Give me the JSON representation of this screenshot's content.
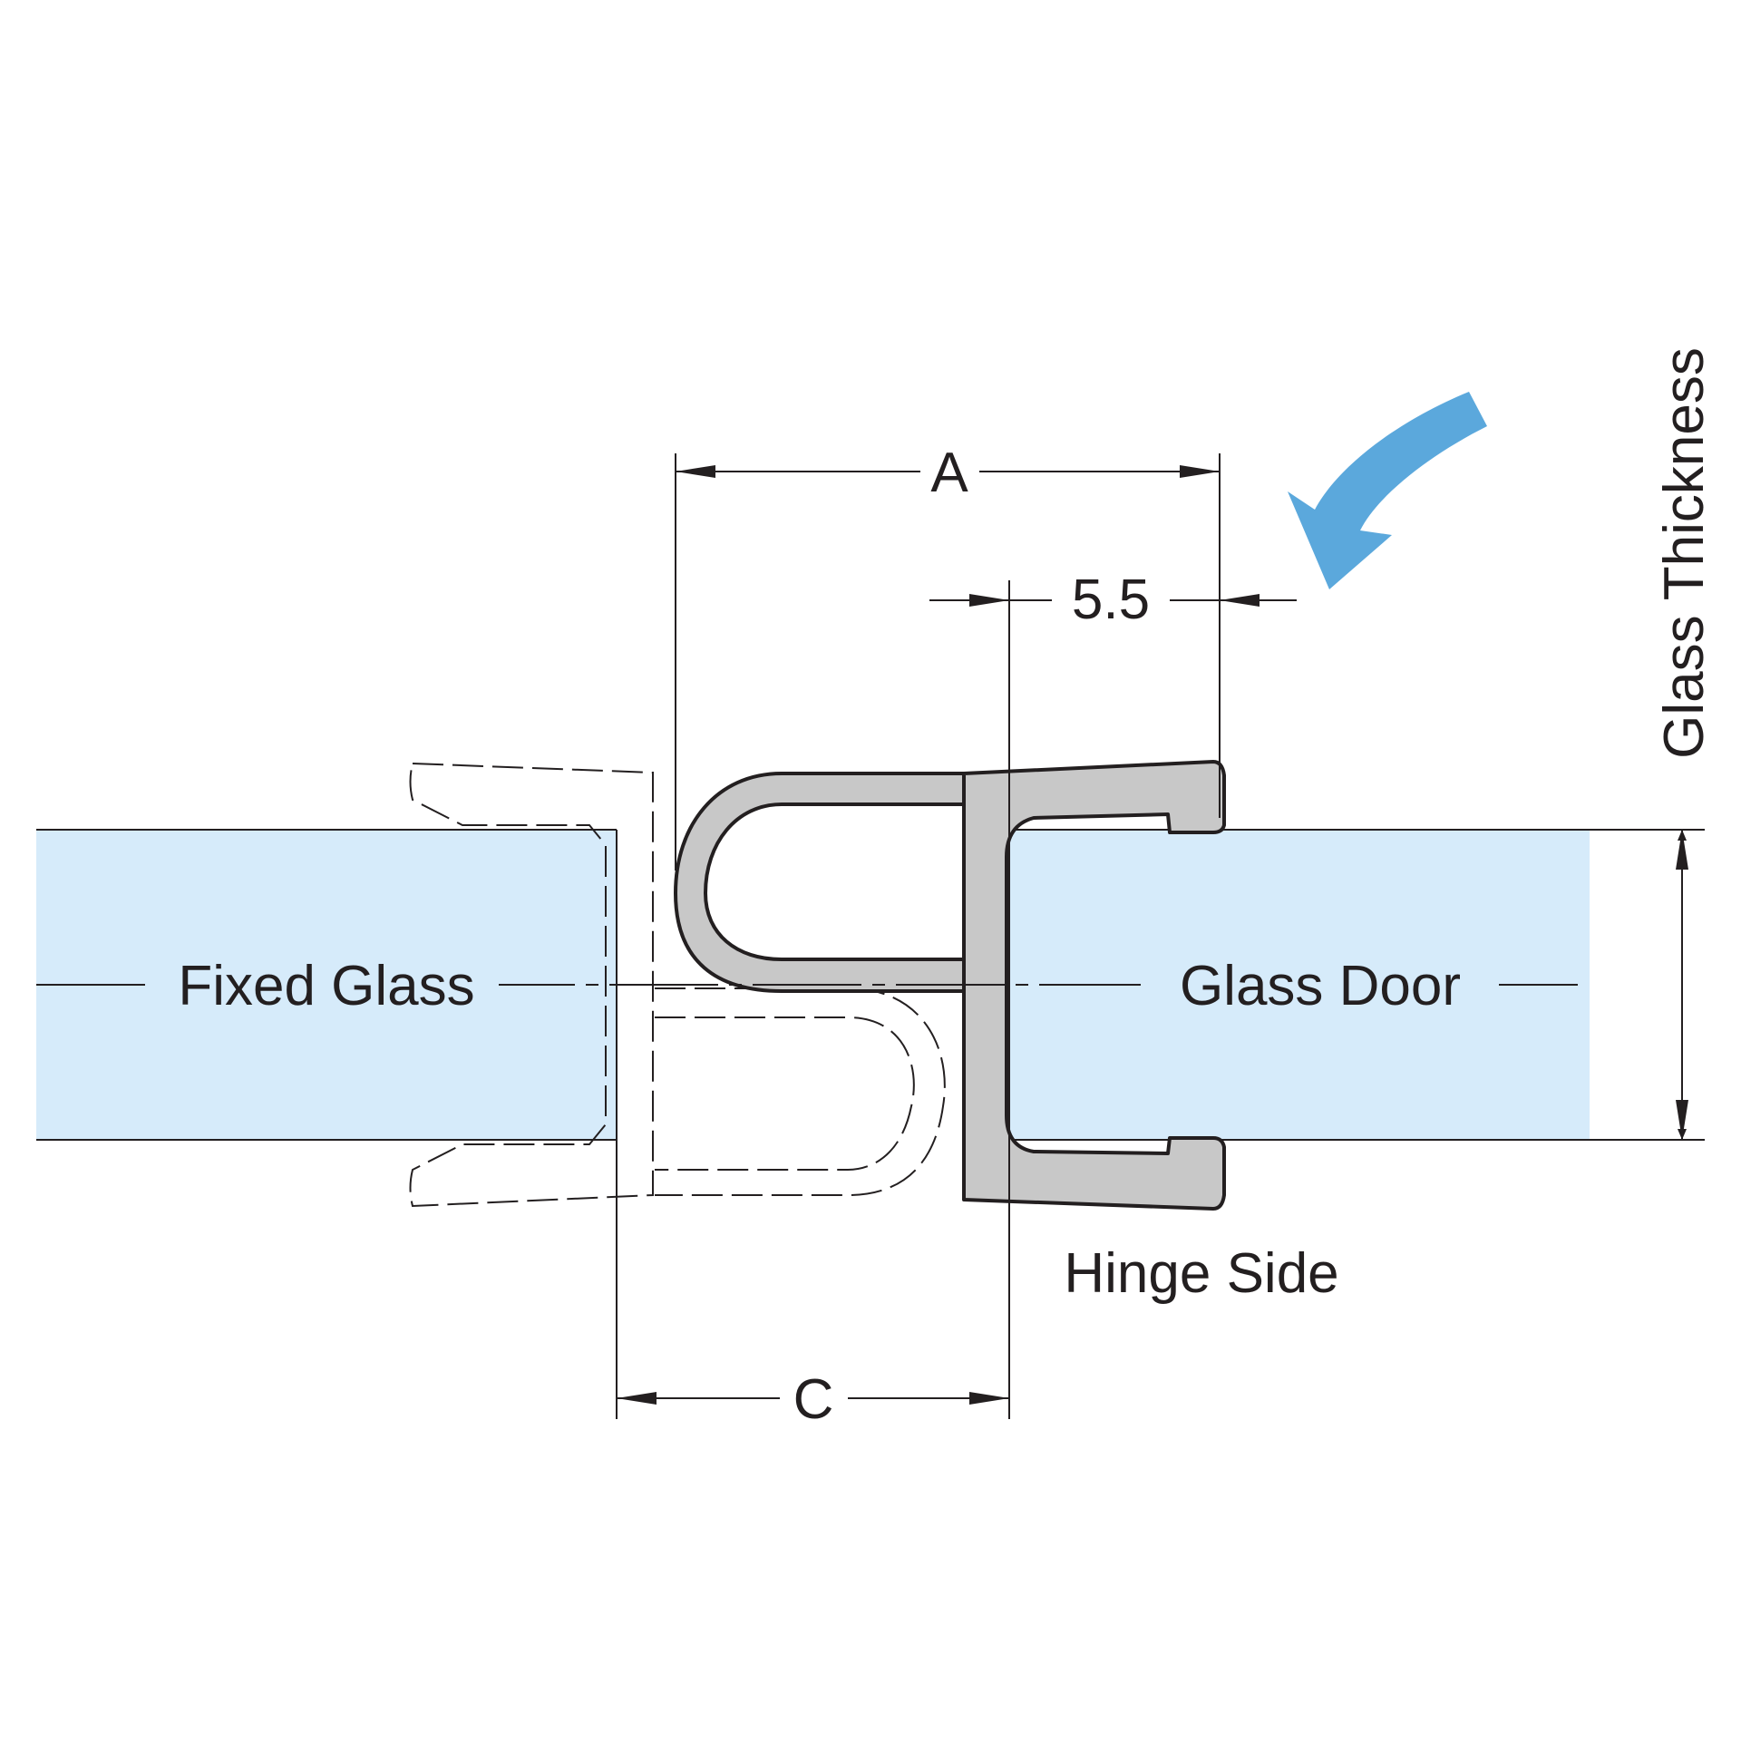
{
  "diagram": {
    "labels": {
      "fixed_glass": "Fixed Glass",
      "glass_door": "Glass Door",
      "hinge_side": "Hinge Side",
      "glass_thickness": "Glass Thickness"
    },
    "dimensions": {
      "a": "A",
      "c": "C",
      "offset": "5.5"
    },
    "colors": {
      "glass_fill": "#d6ebfa",
      "seal_fill": "#c8c8c8",
      "outline": "#231f20",
      "arrow_blue": "#5ba8dc",
      "background": "#ffffff"
    },
    "icons": {
      "rotation": "curved-arrow-icon",
      "dimension": "arrowhead-icon"
    }
  }
}
